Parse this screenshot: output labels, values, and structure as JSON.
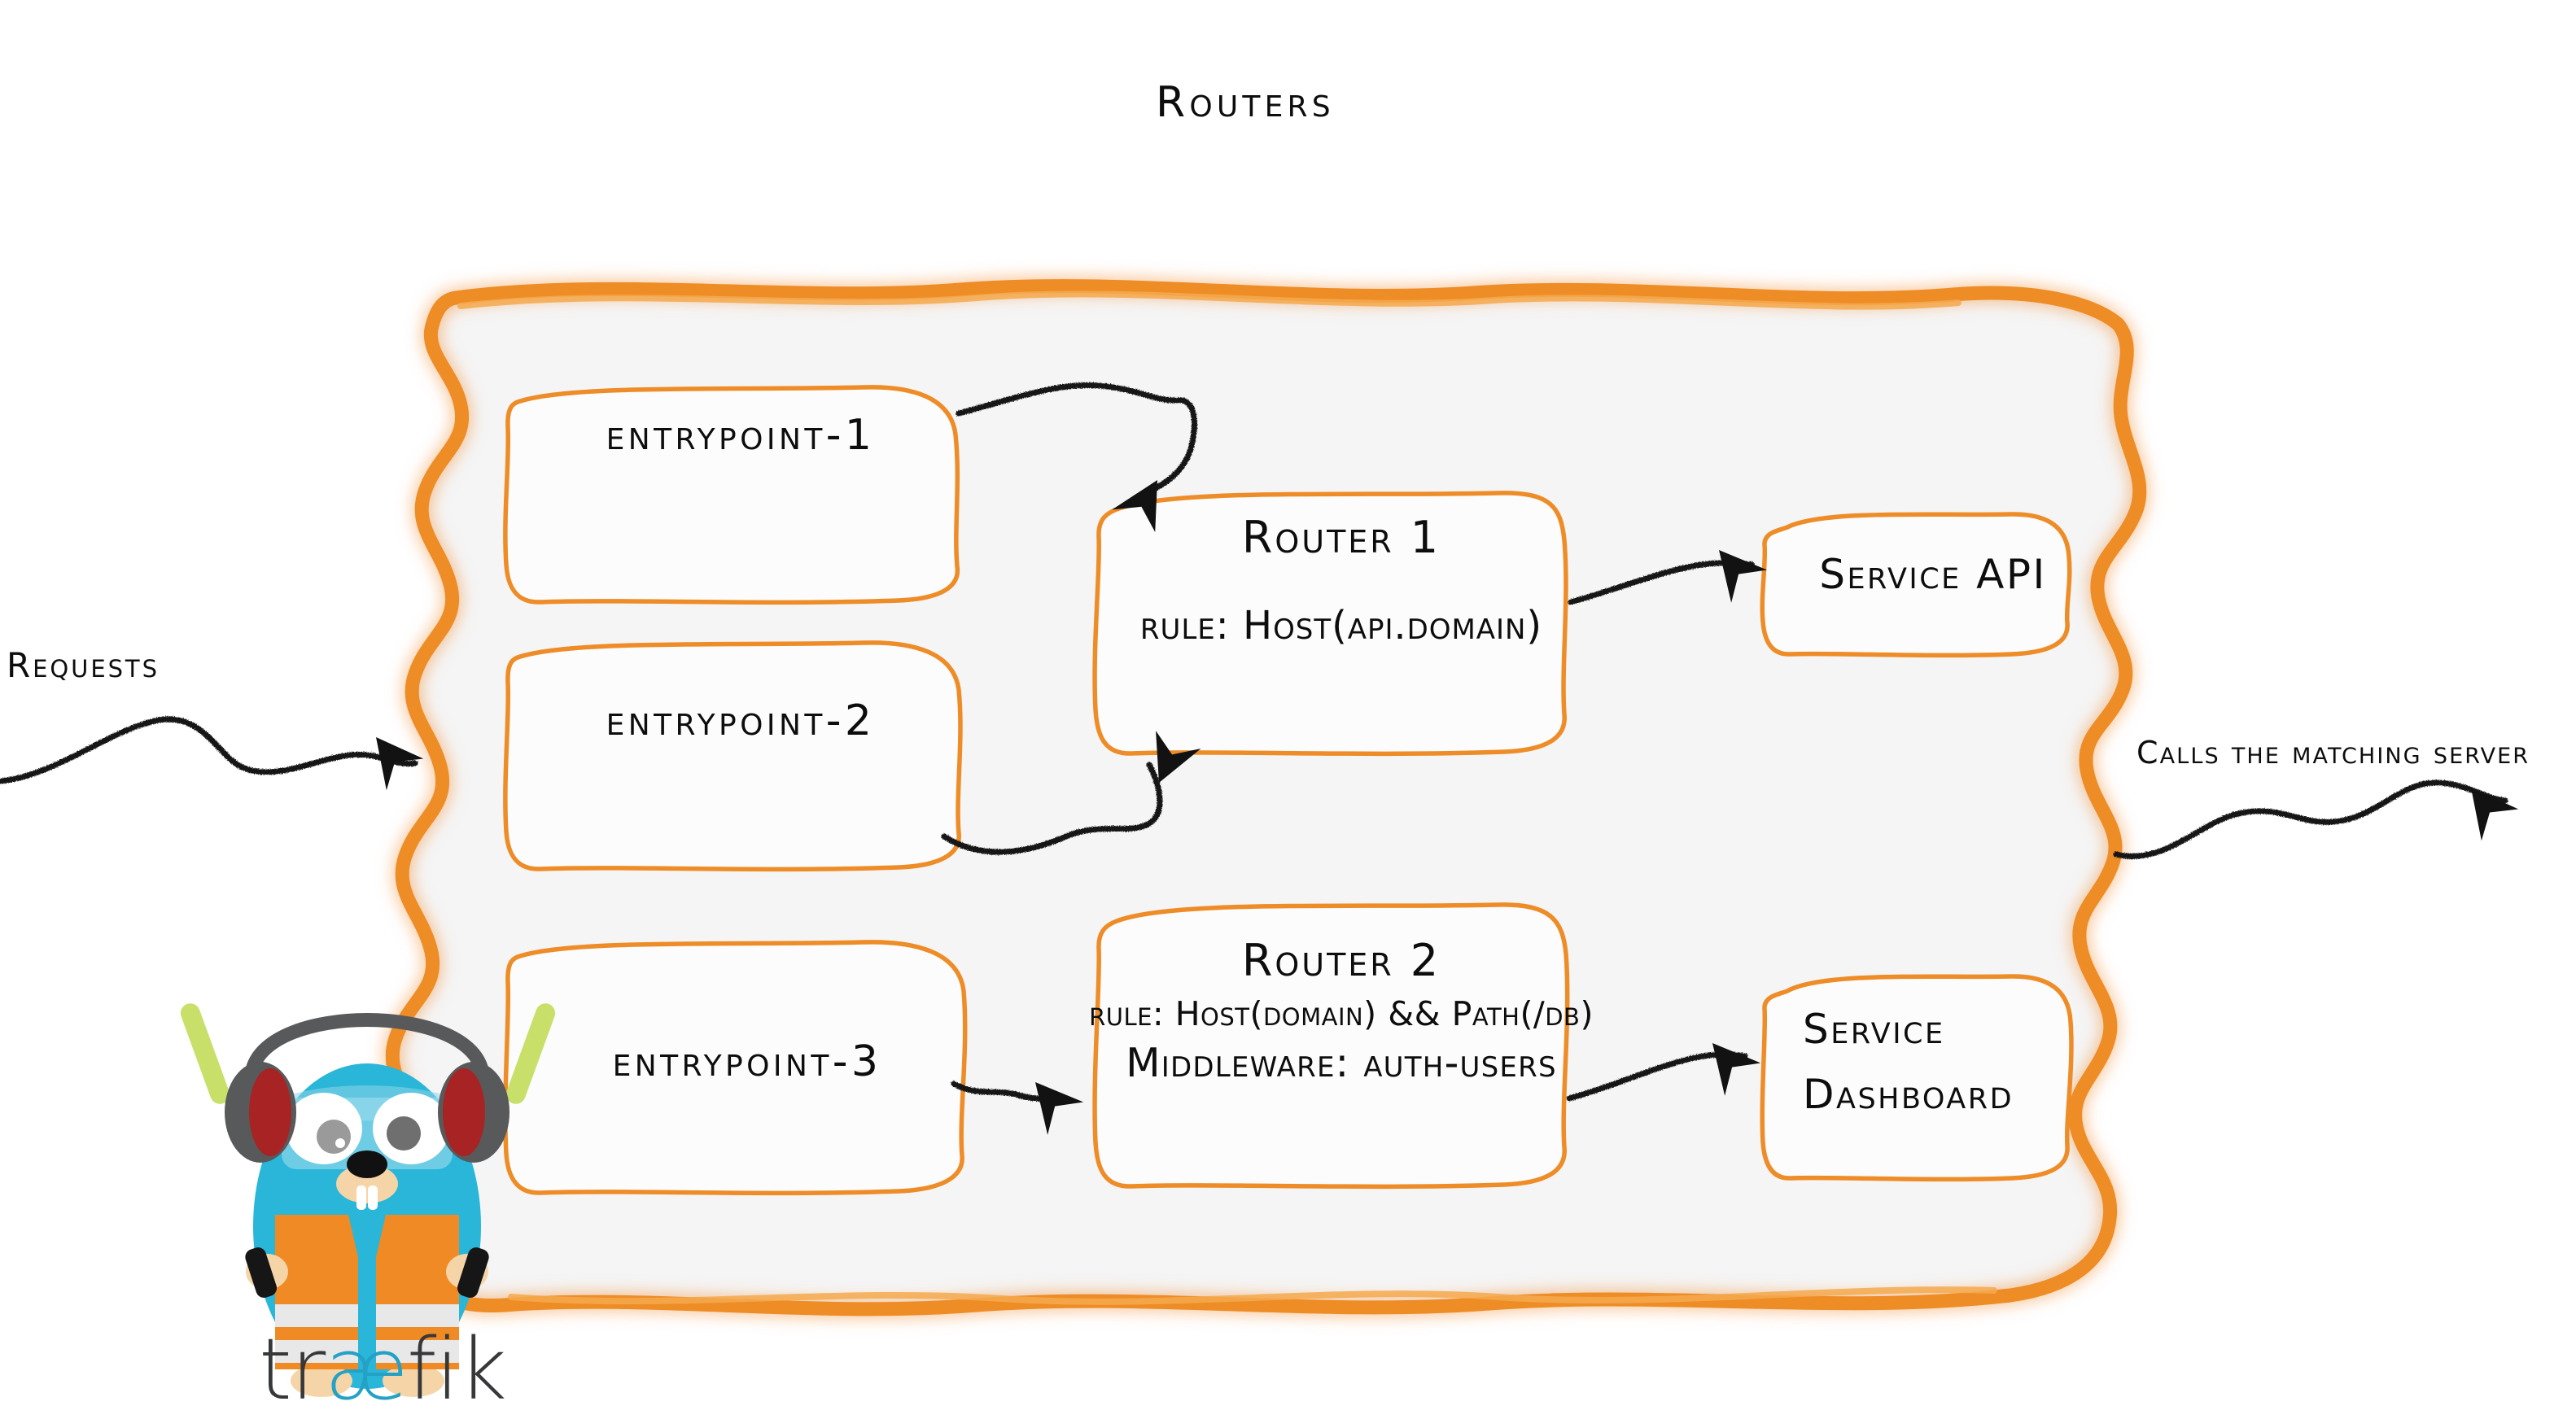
{
  "diagram": {
    "title": "Routers",
    "brand": "traefik",
    "brand_ligature": "æ",
    "brand_part1": "tr",
    "brand_part2": "fik",
    "colors": {
      "orange": "#ee8c28",
      "orange_light": "#f5a94e",
      "panel_fill": "#f5f5f5",
      "ink": "#0d0d0d",
      "gopher_body": "#29b6d8",
      "gopher_vest": "#f08a24",
      "gopher_stripe": "#e8e8e8",
      "gopher_headphone": "#58595b",
      "gopher_headphone_accent": "#a82323",
      "gopher_wand": "#c8e06a",
      "gopher_skin": "#f5d5a8",
      "logo_dark": "#37383a",
      "logo_cyan": "#24a1c4"
    }
  },
  "annotations": {
    "incoming": "Requests",
    "outgoing": "Calls the matching server"
  },
  "entrypoints": [
    {
      "id": "entrypoint-1",
      "label": "entrypoint-1"
    },
    {
      "id": "entrypoint-2",
      "label": "entrypoint-2"
    },
    {
      "id": "entrypoint-3",
      "label": "entrypoint-3"
    }
  ],
  "routers": [
    {
      "id": "router-1",
      "title": "Router 1",
      "rule": "rule: Host(api.domain)",
      "middleware": null
    },
    {
      "id": "router-2",
      "title": "Router 2",
      "rule": "rule: Host(domain) && Path(/db)",
      "middleware": "Middleware: auth-users"
    }
  ],
  "services": [
    {
      "id": "service-api",
      "lines": [
        "Service API"
      ]
    },
    {
      "id": "service-dashboard",
      "lines": [
        "Service",
        "Dashboard"
      ]
    }
  ],
  "connections": [
    {
      "from": "entrypoint-1",
      "to": "router-1"
    },
    {
      "from": "entrypoint-2",
      "to": "router-1"
    },
    {
      "from": "entrypoint-3",
      "to": "router-2"
    },
    {
      "from": "router-1",
      "to": "service-api"
    },
    {
      "from": "router-2",
      "to": "service-dashboard"
    }
  ]
}
